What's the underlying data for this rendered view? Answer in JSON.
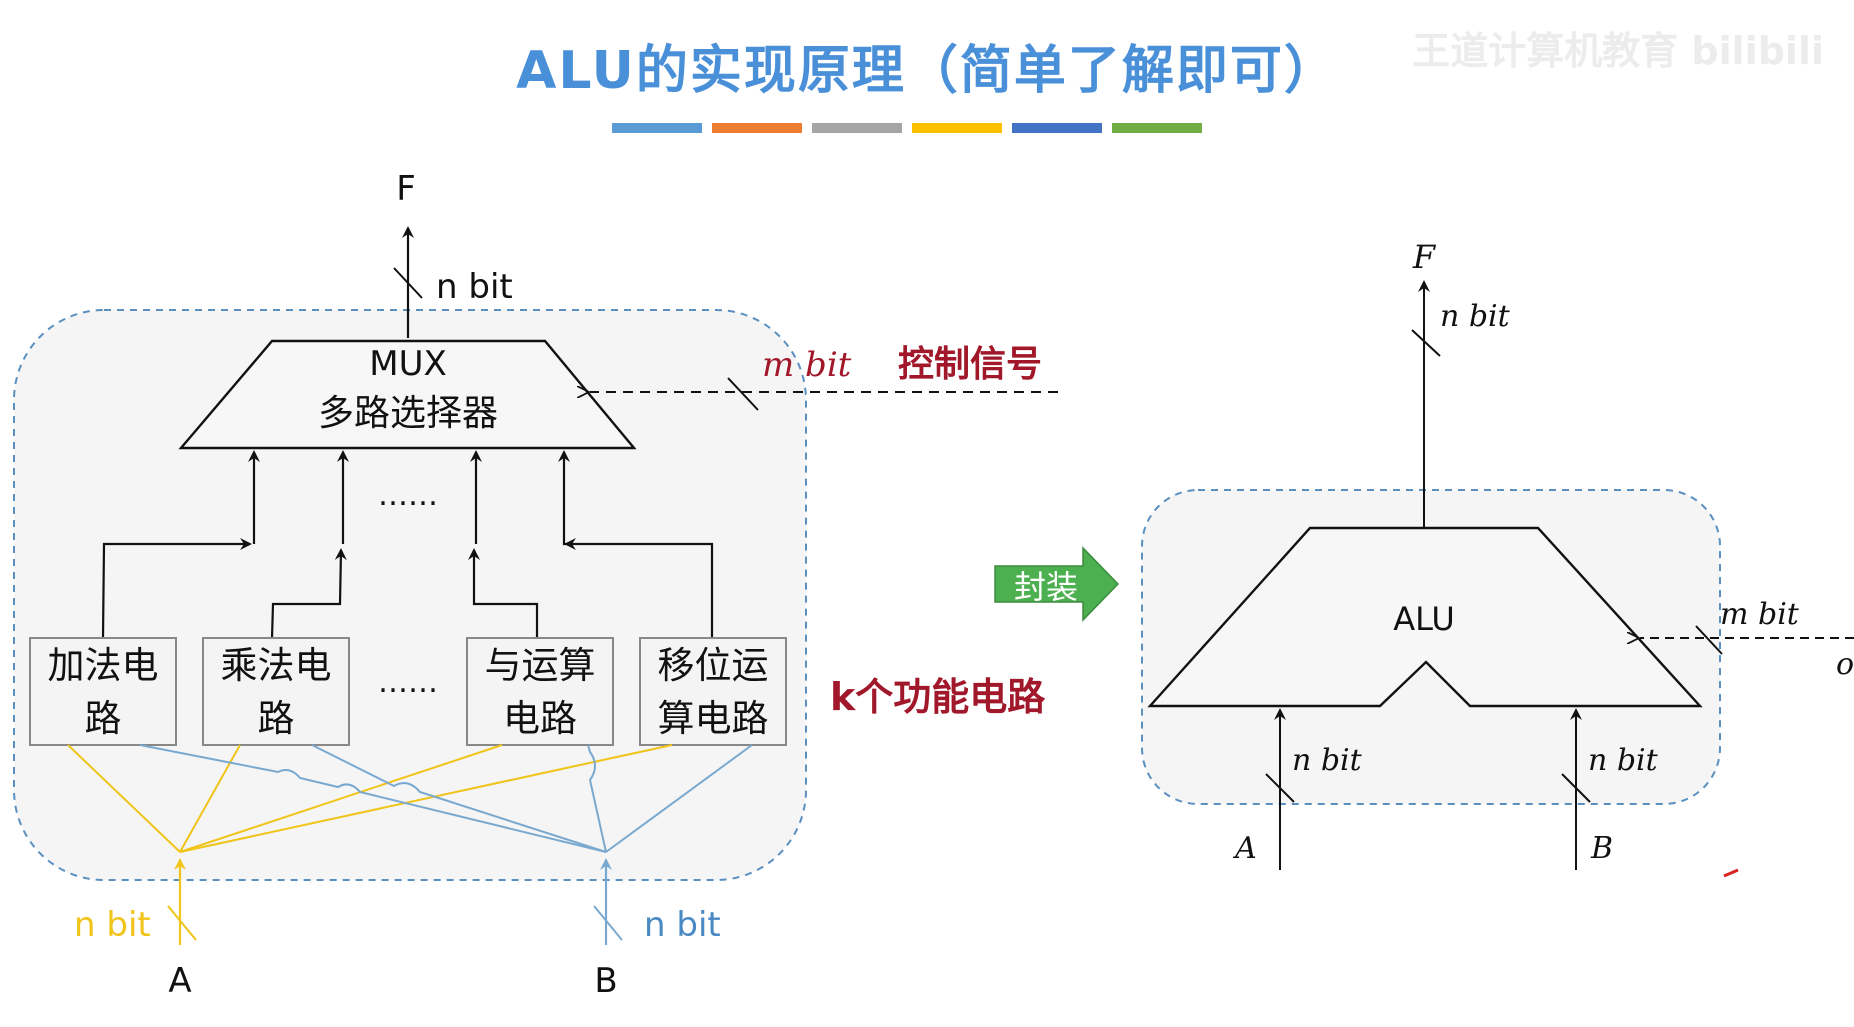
{
  "slide": {
    "title": "ALU的实现原理（简单了解即可）",
    "watermark": "王道计算机教育 bilibili",
    "accent_bar_colors": [
      "#5b9bd5",
      "#ed7d31",
      "#a5a5a5",
      "#ffc000",
      "#4472c4",
      "#70ad47"
    ]
  },
  "left_diagram": {
    "output_label": "F",
    "output_width": "n bit",
    "mux_line1": "MUX",
    "mux_line2": "多路选择器",
    "control_width": "m bit",
    "control_label": "控制信号",
    "mid_ellipsis": "……",
    "circuit_ellipsis": "……",
    "circuits": [
      {
        "line1": "加法电",
        "line2": "路"
      },
      {
        "line1": "乘法电",
        "line2": "路"
      },
      {
        "line1": "与运算",
        "line2": "电路"
      },
      {
        "line1": "移位运",
        "line2": "算电路"
      }
    ],
    "k_label": "k个功能电路",
    "input_a_label": "A",
    "input_a_width": "n bit",
    "input_b_label": "B",
    "input_b_width": "n bit"
  },
  "arrow_label": "封装",
  "right_diagram": {
    "output_label": "F",
    "output_width": "n bit",
    "alu_label": "ALU",
    "control_width": "m bit",
    "control_cut": "o",
    "input_a_label": "A",
    "input_a_width": "n bit",
    "input_b_label": "B",
    "input_b_width": "n bit"
  },
  "colors": {
    "title": "#4a90d9",
    "red_label": "#a0182a",
    "yellow_wire": "#f0c419",
    "blue_wire": "#7aa9d0",
    "dashed_border": "#5a8fc0",
    "box_fill": "#f4f4f4",
    "green_arrow": "#4caf50"
  }
}
